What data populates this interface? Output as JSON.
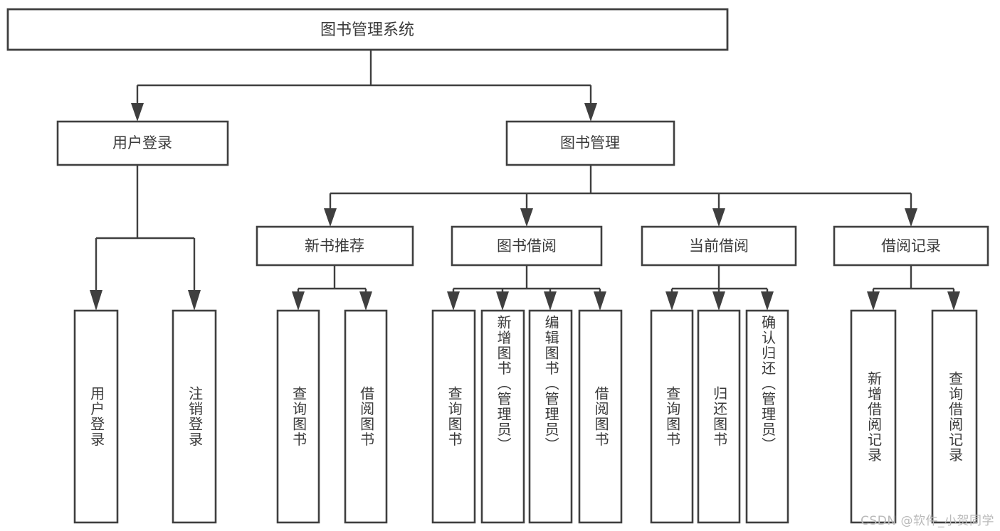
{
  "diagram": {
    "kind": "hierarchy-tree",
    "title": "图书管理系统",
    "watermark": "CSDN @软件_小贺同学",
    "colors": {
      "box_stroke": "#3f3f3f",
      "box_fill": "#ffffff",
      "text": "#3a3a3a",
      "edge": "#3f3f3f",
      "background": "#ffffff",
      "watermark": "#b9b9b9"
    },
    "root": {
      "label": "图书管理系统",
      "orientation": "horizontal"
    },
    "level2": [
      {
        "label": "用户登录",
        "orientation": "horizontal"
      },
      {
        "label": "图书管理",
        "orientation": "horizontal"
      }
    ],
    "level3": [
      {
        "label": "新书推荐",
        "orientation": "horizontal",
        "parent": "图书管理"
      },
      {
        "label": "图书借阅",
        "orientation": "horizontal",
        "parent": "图书管理"
      },
      {
        "label": "当前借阅",
        "orientation": "horizontal",
        "parent": "图书管理"
      },
      {
        "label": "借阅记录",
        "orientation": "horizontal",
        "parent": "图书管理"
      }
    ],
    "leaves": {
      "user_login": [
        {
          "label": "用户登录",
          "orientation": "vertical"
        },
        {
          "label": "注销登录",
          "orientation": "vertical"
        }
      ],
      "new_book_recommend": [
        {
          "label": "查询图书",
          "orientation": "vertical"
        },
        {
          "label": "借阅图书",
          "orientation": "vertical"
        }
      ],
      "book_borrow": [
        {
          "label": "查询图书",
          "orientation": "vertical"
        },
        {
          "label": "新增图书（管理员）",
          "orientation": "vertical"
        },
        {
          "label": "编辑图书（管理员）",
          "orientation": "vertical"
        },
        {
          "label": "借阅图书",
          "orientation": "vertical"
        }
      ],
      "current_borrow": [
        {
          "label": "查询图书",
          "orientation": "vertical"
        },
        {
          "label": "归还图书",
          "orientation": "vertical"
        },
        {
          "label": "确认归还（管理员）",
          "orientation": "vertical"
        }
      ],
      "borrow_record": [
        {
          "label": "新增借阅记录",
          "orientation": "vertical"
        },
        {
          "label": "查询借阅记录",
          "orientation": "vertical"
        }
      ]
    }
  }
}
